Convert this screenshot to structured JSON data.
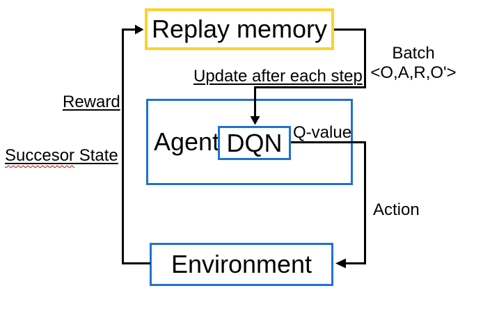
{
  "nodes": {
    "replay_memory": {
      "label": "Replay memory"
    },
    "agent": {
      "label": "Agent"
    },
    "dqn": {
      "label": "DQN"
    },
    "environment": {
      "label": "Environment"
    }
  },
  "edge_labels": {
    "batch_line1": "Batch",
    "batch_line2": "<O,A,R,O'>",
    "update": "Update after each step",
    "reward": "Reward",
    "successor_word": "Succesor",
    "successor_rest": " State",
    "q_value": "Q-value",
    "action": "Action"
  },
  "colors": {
    "replay_memory_border": "#ffd22a",
    "node_border_blue": "#1e72d2",
    "connector_line": "#000000",
    "spellcheck_underline": "#c00000"
  }
}
